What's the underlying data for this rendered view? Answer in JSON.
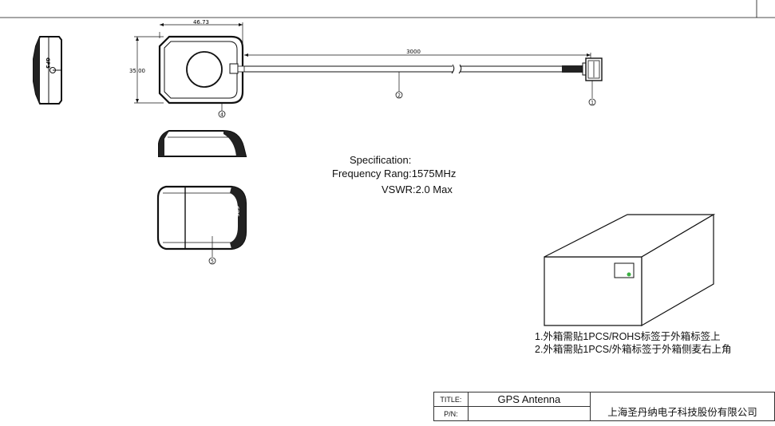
{
  "dimensions": {
    "width": "46.73",
    "height": "35.00",
    "cable_length": "3000"
  },
  "callouts": {
    "connector": "1",
    "cable": "2",
    "housing_top": "4",
    "housing_bottom": "5"
  },
  "side_label": "GPS",
  "specification": {
    "title": "Specification:",
    "frequency": "Frequency Rang:1575MHz",
    "vswr": "VSWR:2.0 Max"
  },
  "notes": [
    "1.外箱需贴1PCS/ROHS标签于外箱标签上",
    "2.外箱需贴1PCS/外箱标签于外箱侧麦右上角"
  ],
  "title_block": {
    "title_label": "TITLE:",
    "title_value": "GPS Antenna",
    "pn_label": "P/N:",
    "pn_value": "",
    "company": "上海圣丹纳电子科技股份有限公司"
  },
  "colors": {
    "line": "#111111",
    "green_dot": "#3cb043"
  }
}
